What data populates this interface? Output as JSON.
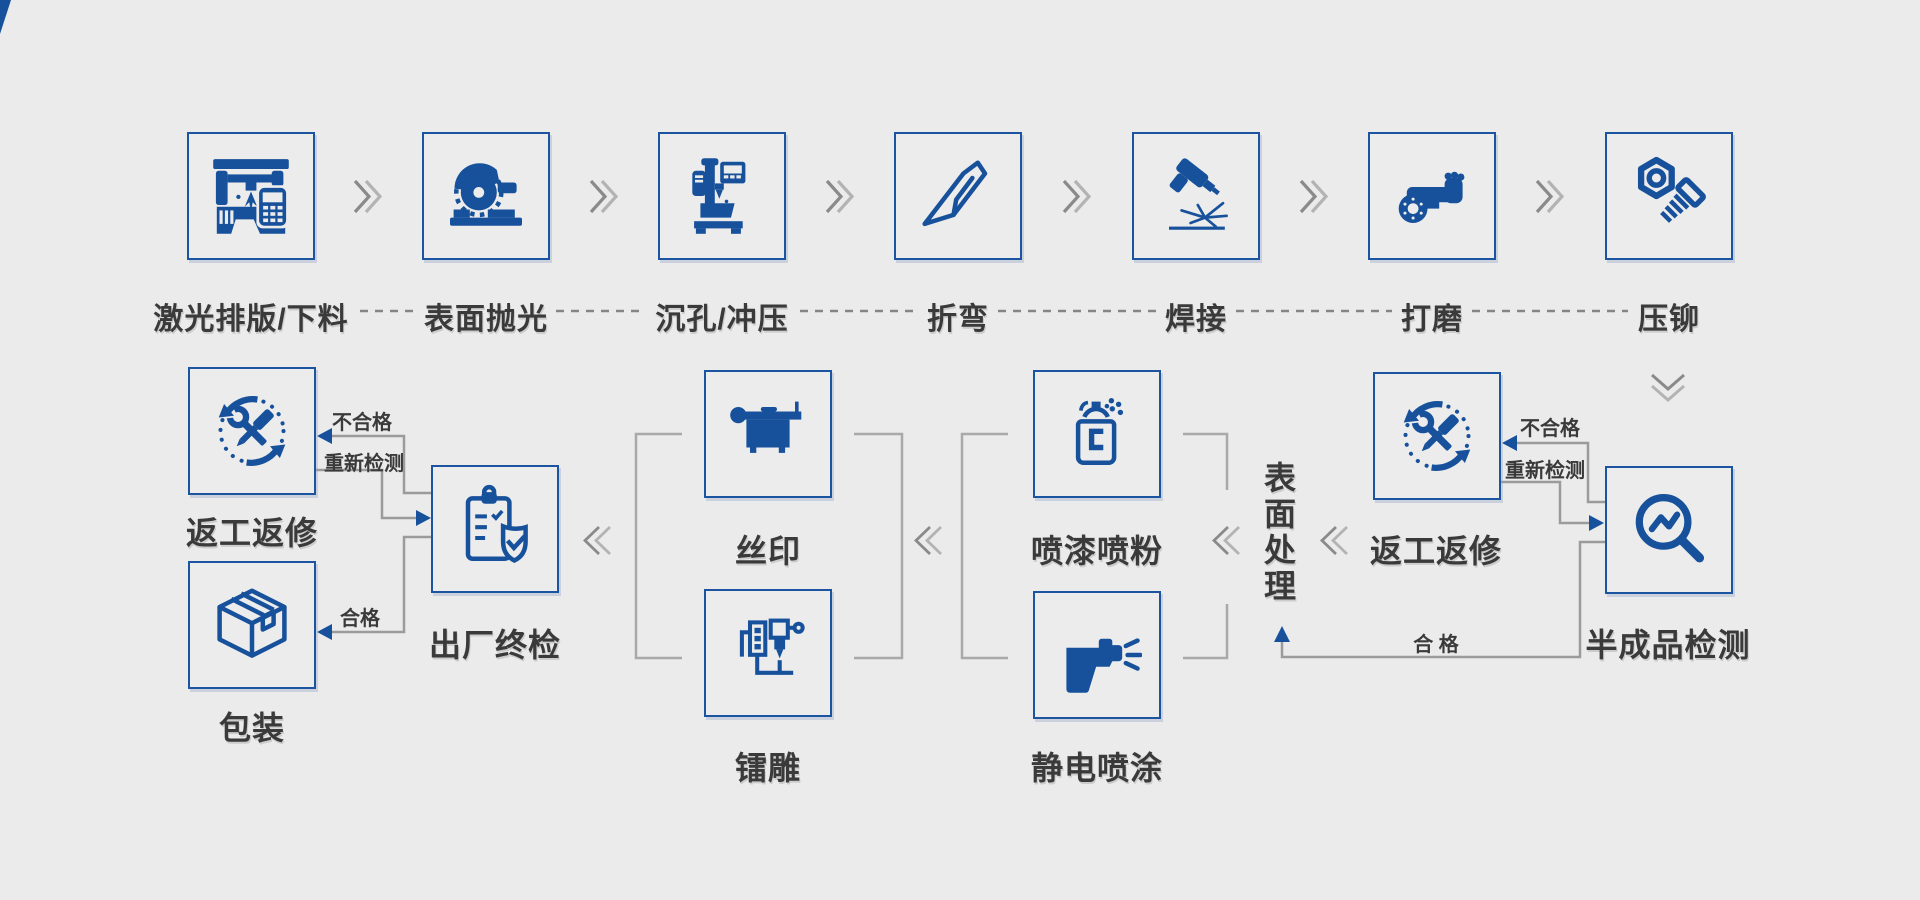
{
  "top_flow": {
    "steps": [
      {
        "label": "激光排版/下料"
      },
      {
        "label": "表面抛光"
      },
      {
        "label": "沉孔/冲压"
      },
      {
        "label": "折弯"
      },
      {
        "label": "焊接"
      },
      {
        "label": "打磨"
      },
      {
        "label": "压铆"
      }
    ]
  },
  "bottom_flow": {
    "rework_left": {
      "label": "返工返修"
    },
    "packing": {
      "label": "包装"
    },
    "final_inspection": {
      "label": "出厂终检"
    },
    "silkscreen": {
      "label": "丝印"
    },
    "laser_engraving": {
      "label": "镭雕"
    },
    "paint_powder": {
      "label": "喷漆喷粉"
    },
    "electrostatic_spraying": {
      "label": "静电喷涂"
    },
    "surface_treatment": {
      "label": "表面处理"
    },
    "rework_right": {
      "label": "返工返修"
    },
    "semi_finished_inspection": {
      "label": "半成品检测"
    }
  },
  "edge_labels": {
    "left_fail": "不合格",
    "left_recheck": "重新检测",
    "left_pass": "合格",
    "right_fail": "不合格",
    "right_recheck": "重新检测",
    "right_pass": "合 格"
  },
  "colors": {
    "accent_blue": "#17519b",
    "background": "#ebebeb",
    "text_gray": "#3a3a3a",
    "connector_gray": "#9b9b9b"
  }
}
